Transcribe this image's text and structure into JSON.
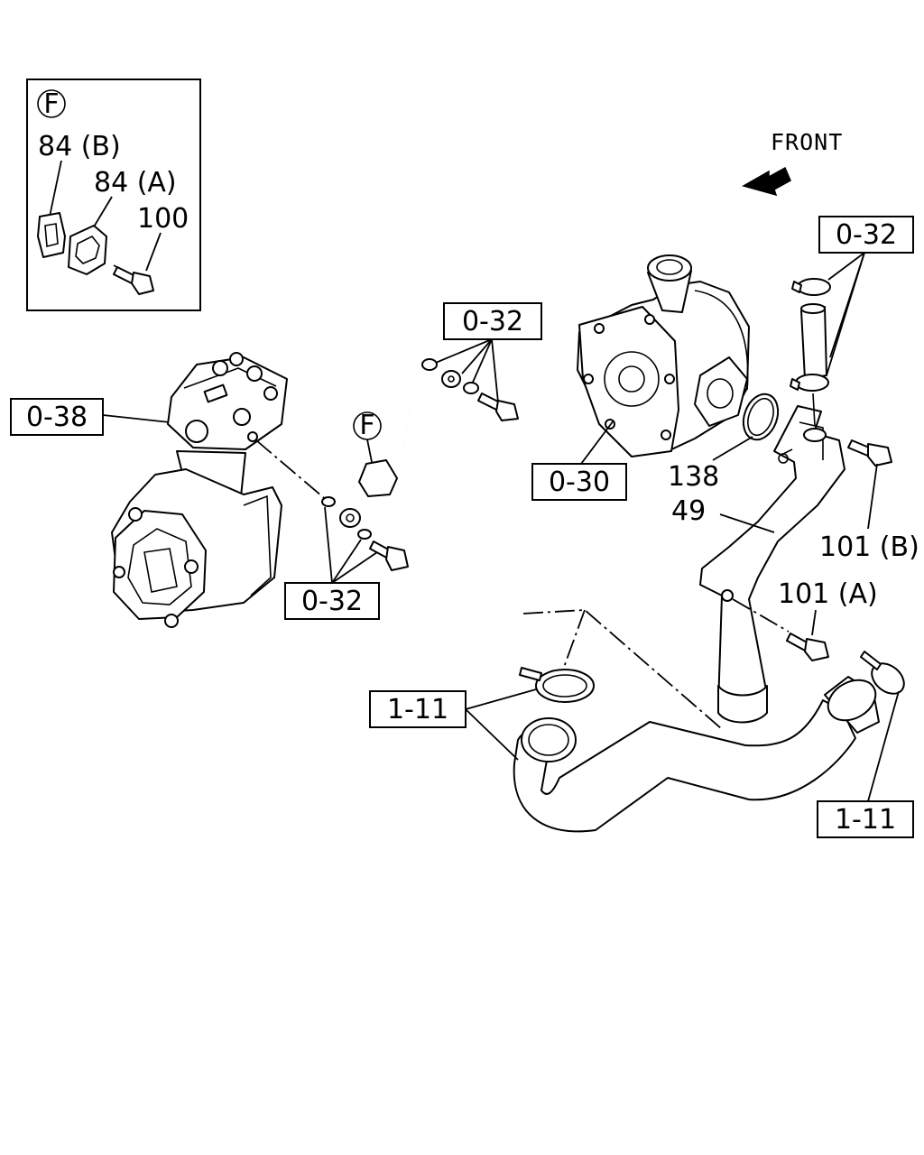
{
  "direction": {
    "text": "FRONT"
  },
  "detail_view": {
    "marker": "F",
    "labels": [
      "84 (B)",
      "84 (A)",
      "100"
    ]
  },
  "callouts": {
    "compressor_ref": "0-38",
    "water_pump_ref": "0-30",
    "pipe_fittings_upper_ref": "0-32",
    "pipe_fittings_lower_ref": "0-32",
    "hose_fittings_ref": "0-32",
    "clamp_left_ref": "1-11",
    "clamp_right_ref": "1-11"
  },
  "part_numbers": {
    "o_ring": "138",
    "water_pipe": "49",
    "bolt_b": "101 (B)",
    "bolt_a": "101 (A)"
  },
  "clip_marker": "F"
}
